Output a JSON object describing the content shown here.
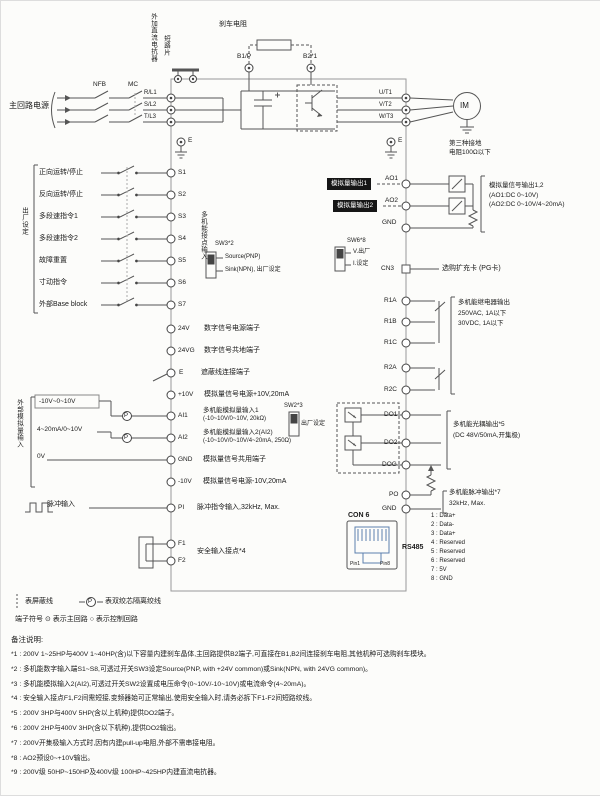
{
  "top": {
    "brake_resistor": "刹车电阻",
    "dc_reactor": "外加直流电抗器",
    "jumper": "短路片",
    "b1p": "B1/P",
    "b2": "B2*1",
    "nfb": "NFB",
    "mc": "MC",
    "main_power": "主回路电源",
    "r": "R/L1",
    "s": "S/L2",
    "t": "T/L3",
    "u": "U/T1",
    "v": "V/T2",
    "w": "W/T3",
    "im": "IM",
    "e_left": "E",
    "e_right": "E",
    "ground_line1": "第三种接地",
    "ground_line2": "电阻100Ω以下"
  },
  "digital": {
    "group_label": "出厂设定",
    "rows": [
      {
        "label": "正向运转/停止",
        "term": "S1"
      },
      {
        "label": "反向运转/停止",
        "term": "S2"
      },
      {
        "label": "多段速指令1",
        "term": "S3"
      },
      {
        "label": "多段速指令2",
        "term": "S4"
      },
      {
        "label": "故障重置",
        "term": "S5"
      },
      {
        "label": "寸动指令",
        "term": "S6"
      },
      {
        "label": "外部Base block",
        "term": "S7"
      }
    ],
    "block_label": "多机能接点输入",
    "sw3": "SW3*2",
    "source": "Source(PNP)",
    "sink": "Sink(NPN), 出厂设定"
  },
  "mid": {
    "v24": "24V",
    "v24_desc": "数字信号电源端子",
    "v24g": "24VG",
    "v24g_desc": "数字信号共地端子",
    "e": "E",
    "e_desc": "遮蔽线连接端子",
    "p10": "+10V",
    "p10_desc": "模拟量信号电源+10V,20mA"
  },
  "analog": {
    "group_label": "外部模拟量输入",
    "src1": "-10V~0~10V",
    "src2": "4~20mA/0~10V",
    "src3": "0V",
    "ai1": "AI1",
    "ai1_desc": "多机能模拟量输入1",
    "ai1_spec": "(-10~10V/0~10V, 20kΩ)",
    "ai2": "AI2",
    "ai2_desc": "多机能模拟量输入2(AI2)",
    "ai2_spec": "(-10~10V/0~10V/4~20mA, 250Ω)",
    "sw2": "SW2*3",
    "sw2_note": "出厂设定",
    "gnd": "GND",
    "gnd_desc": "模拟量信号共用端子",
    "n10": "-10V",
    "n10_desc": "模拟量信号电源-10V,20mA",
    "p": "P"
  },
  "pulse": {
    "label": "脉冲输入",
    "term": "PI",
    "desc": "脉冲指令输入,32kHz, Max."
  },
  "safety": {
    "f1": "F1",
    "f2": "F2",
    "desc": "安全输入接点*4"
  },
  "aout": {
    "box1": "模拟量输出1",
    "box2": "模拟量输出2",
    "ao1": "AO1",
    "ao2": "AO2",
    "gnd": "GND",
    "desc1": "模拟量信号输出1,2",
    "desc2": "(AO1:DC 0~10V)",
    "desc3": "(AO2:DC 0~10V/4~20mA)",
    "sw6": "SW6*8",
    "sw6_v": "V.出厂",
    "sw6_i": "I.设定"
  },
  "cn3": {
    "term": "CN3",
    "desc": "选购扩充卡 (PG卡)"
  },
  "relay": {
    "r1a": "R1A",
    "r1b": "R1B",
    "r1c": "R1C",
    "r2a": "R2A",
    "r2c": "R2C",
    "title": "多机能继电器输出",
    "spec1": "250VAC, 1A以下",
    "spec2": "30VDC, 1A以下"
  },
  "opto": {
    "do1": "DO1",
    "do2": "DO2",
    "dog": "DOG",
    "title": "多机能光耦输出*5",
    "spec": "(DC 48V/50mA,开集极)"
  },
  "pout": {
    "po": "PO",
    "gnd": "GND",
    "title": "多机能脉冲输出*7",
    "spec": "32kHz, Max."
  },
  "con6": {
    "label": "CON 6",
    "rs485": "RS485",
    "pin1": "Pin1",
    "pin8": "Pin8",
    "pins": [
      "1 : Data+",
      "2 : Data-",
      "3 : Data+",
      "4 : Reserved",
      "5 : Reserved",
      "6 : Reserved",
      "7 : 5V",
      "8 : GND"
    ]
  },
  "legend": {
    "shield": "表屏蔽线",
    "p": "P",
    "twisted": "表双绞芯隔离绞线",
    "terminals": "端子符号 ⊙ 表示主回路 ○ 表示控制回路"
  },
  "notes": {
    "heading": "备注说明:",
    "items": [
      "*1 : 200V 1~25HP与400V 1~40HP(含)以下容量内建刹车晶体,主回路提供B2端子,可直接在B1,B2间连接刹车电阻,其他机种可选购刹车模块。",
      "*2 : 多机能数字输入端S1~S8,可透过开关SW3设定Source(PNP, with +24V common)或Sink(NPN, with 24VG common)。",
      "*3 : 多机能模拟输入2(AI2),可透过开关SW2设置成电压命令(0~10V/-10~10V)或电流命令(4~20mA)。",
      "*4 : 安全输入接点F1,F2间需短接,变频器始可正常输出,使用安全输入时,请务必拆下F1-F2间短路绞线。",
      "*5 : 200V 3HP与400V 5HP(含以上机种)提供DO2端子。",
      "*6 : 200V 2HP与400V 3HP(含以下机种),提供DO2输出。",
      "*7 : 200V开集极输入方式时,因有内建pull-up电阻,外部不需串接电阻。",
      "*8 : AO2预设0~+10V输出。",
      "*9 : 200V级 50HP~150HP及400V级 100HP~425HP内建直流电抗器。"
    ]
  }
}
